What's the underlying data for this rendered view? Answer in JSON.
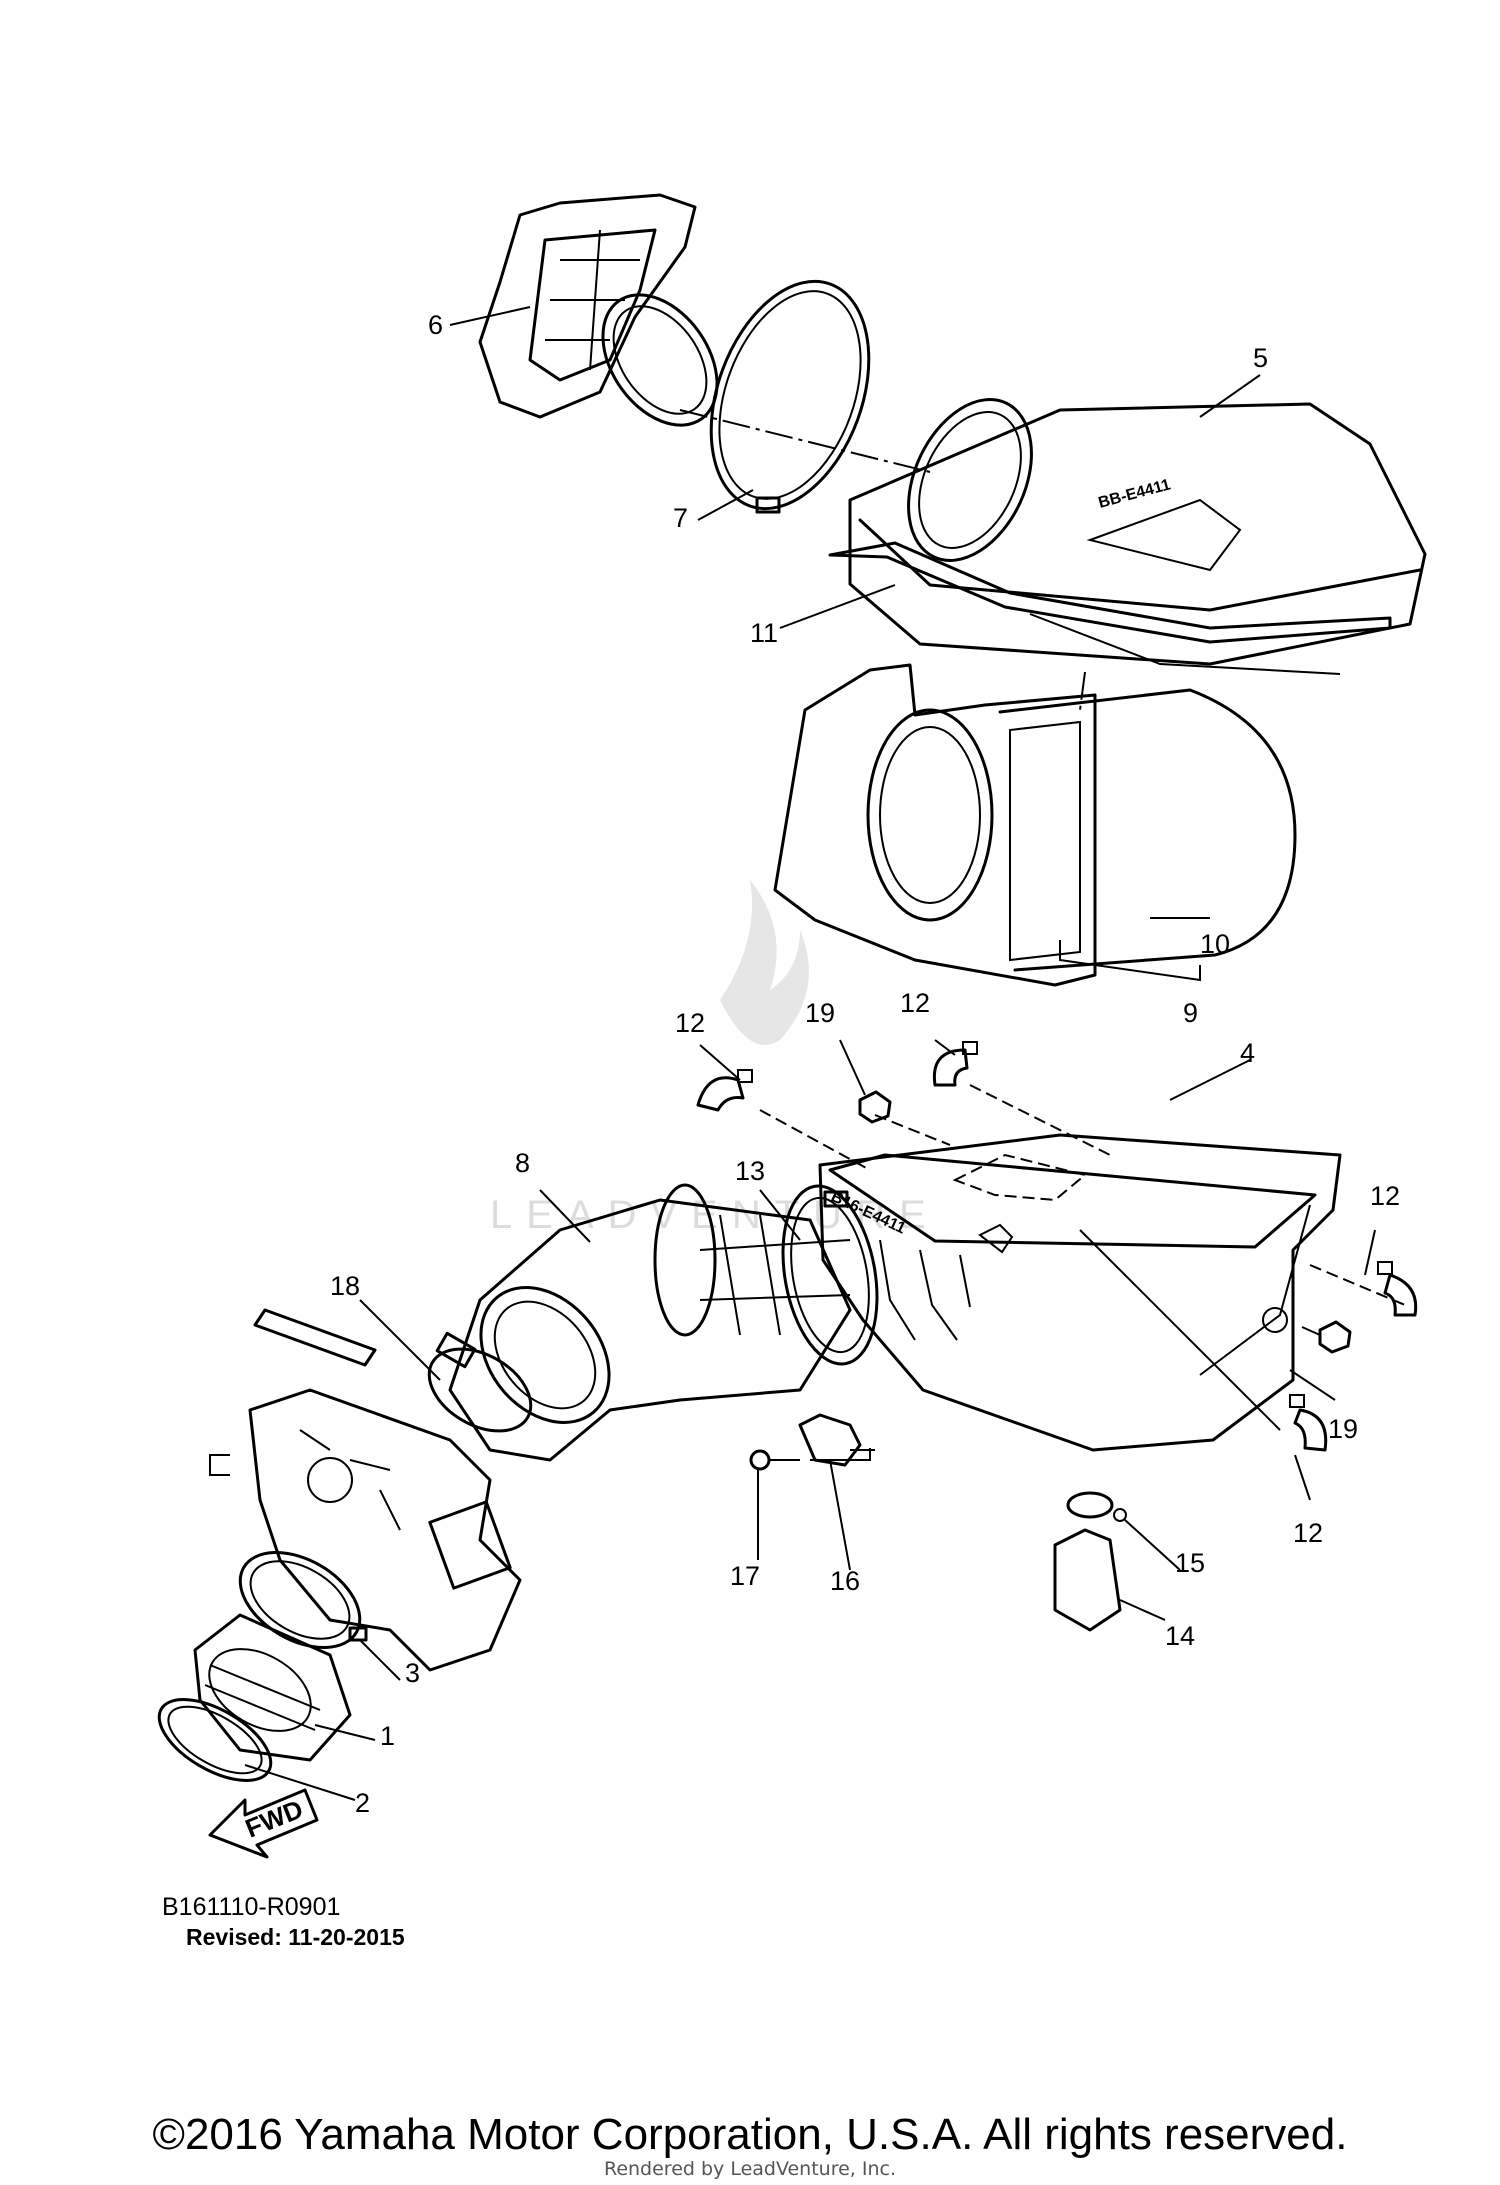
{
  "diagram": {
    "callouts": [
      {
        "id": "p1",
        "label": "1"
      },
      {
        "id": "p2",
        "label": "2"
      },
      {
        "id": "p3",
        "label": "3"
      },
      {
        "id": "p4",
        "label": "4"
      },
      {
        "id": "p5",
        "label": "5"
      },
      {
        "id": "p6",
        "label": "6"
      },
      {
        "id": "p7",
        "label": "7"
      },
      {
        "id": "p8",
        "label": "8"
      },
      {
        "id": "p9",
        "label": "9"
      },
      {
        "id": "p10",
        "label": "10"
      },
      {
        "id": "p11",
        "label": "11"
      },
      {
        "id": "p12a",
        "label": "12"
      },
      {
        "id": "p12b",
        "label": "12"
      },
      {
        "id": "p12c",
        "label": "12"
      },
      {
        "id": "p12d",
        "label": "12"
      },
      {
        "id": "p13",
        "label": "13"
      },
      {
        "id": "p14",
        "label": "14"
      },
      {
        "id": "p15",
        "label": "15"
      },
      {
        "id": "p16",
        "label": "16"
      },
      {
        "id": "p17",
        "label": "17"
      },
      {
        "id": "p18",
        "label": "18"
      },
      {
        "id": "p19a",
        "label": "19"
      },
      {
        "id": "p19b",
        "label": "19"
      }
    ],
    "fwd_label": "FWD",
    "part_stamp": "B16-E4411",
    "diagram_code": "B161110-R0901",
    "revised": "Revised: 11-20-2015",
    "watermark": "LEADVENTURE"
  },
  "footer": {
    "copyright": "©2016 Yamaha Motor Corporation, U.S.A. All rights reserved.",
    "rendered_by": "Rendered by LeadVenture, Inc."
  }
}
